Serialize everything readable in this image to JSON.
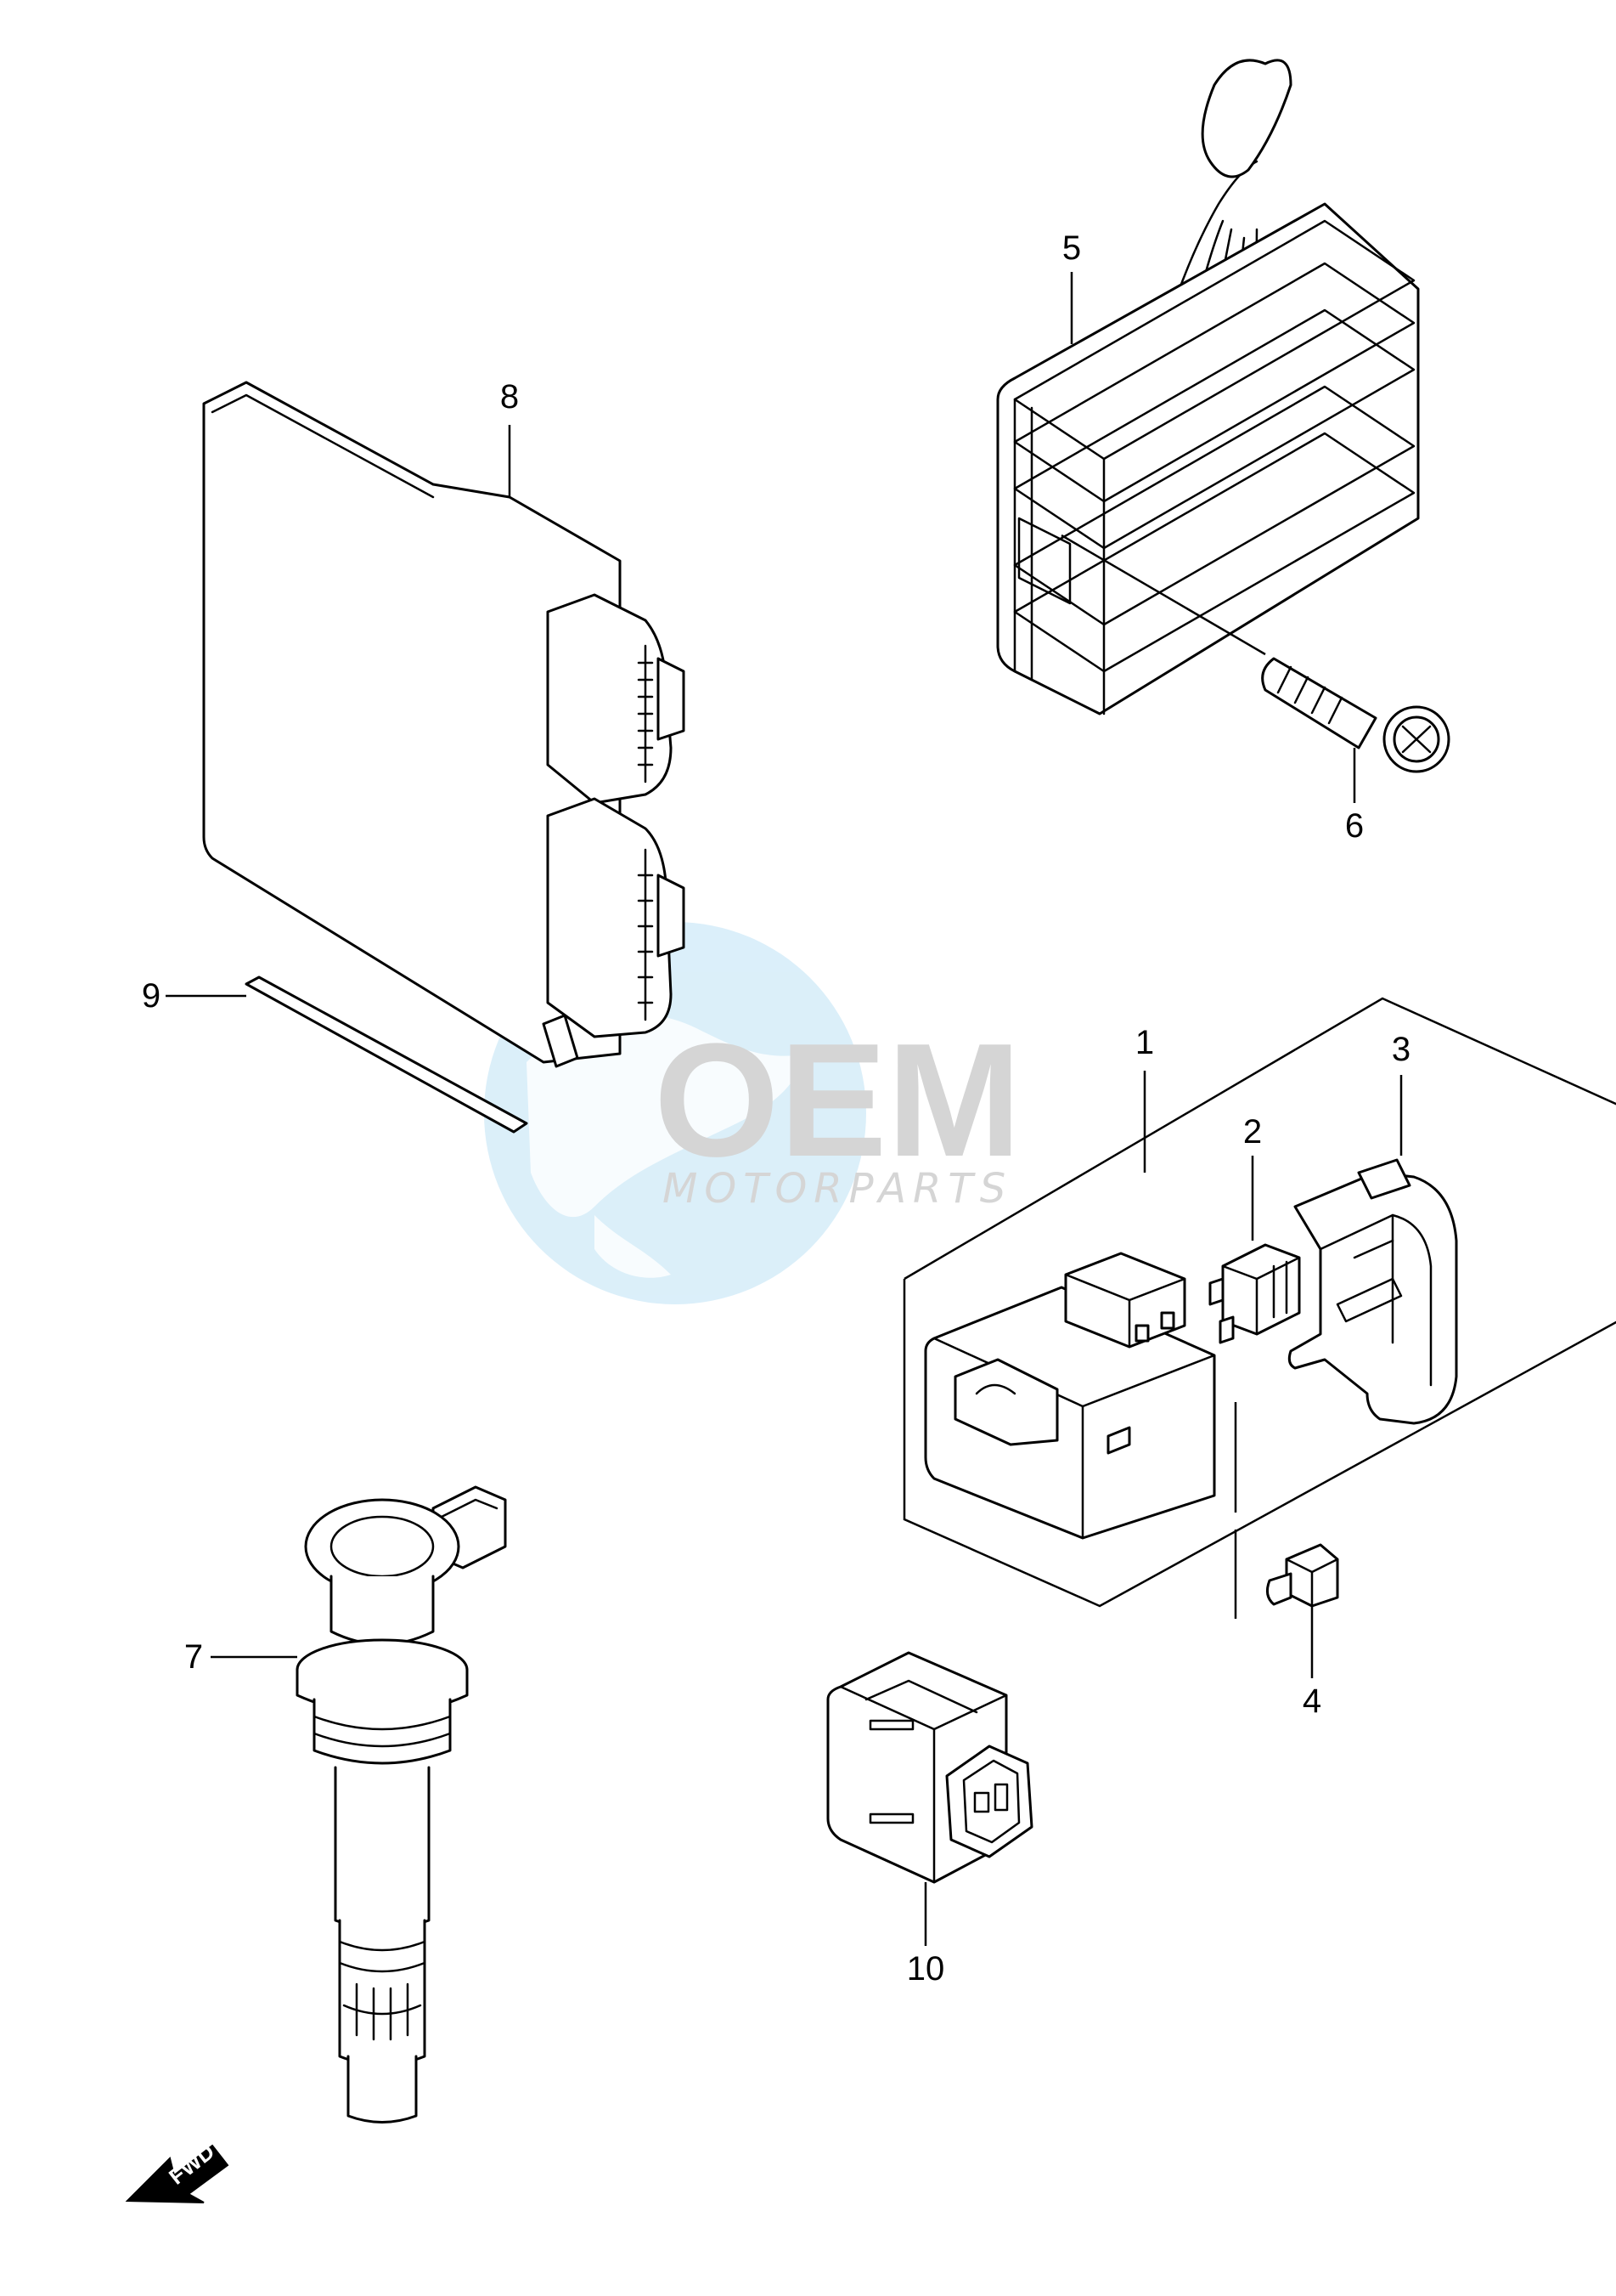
{
  "callouts": {
    "c1": "1",
    "c2": "2",
    "c3": "3",
    "c4": "4",
    "c5": "5",
    "c6": "6",
    "c7": "7",
    "c8": "8",
    "c9": "9",
    "c10": "10"
  },
  "watermark": {
    "brand": "OEM",
    "subtitle": "MOTORPARTS"
  },
  "direction_arrow": {
    "label": "FWD"
  },
  "colors": {
    "line": "#000000",
    "background": "#ffffff",
    "watermark_globe": "#bfe3f5",
    "watermark_text": "#c8c8c8"
  }
}
